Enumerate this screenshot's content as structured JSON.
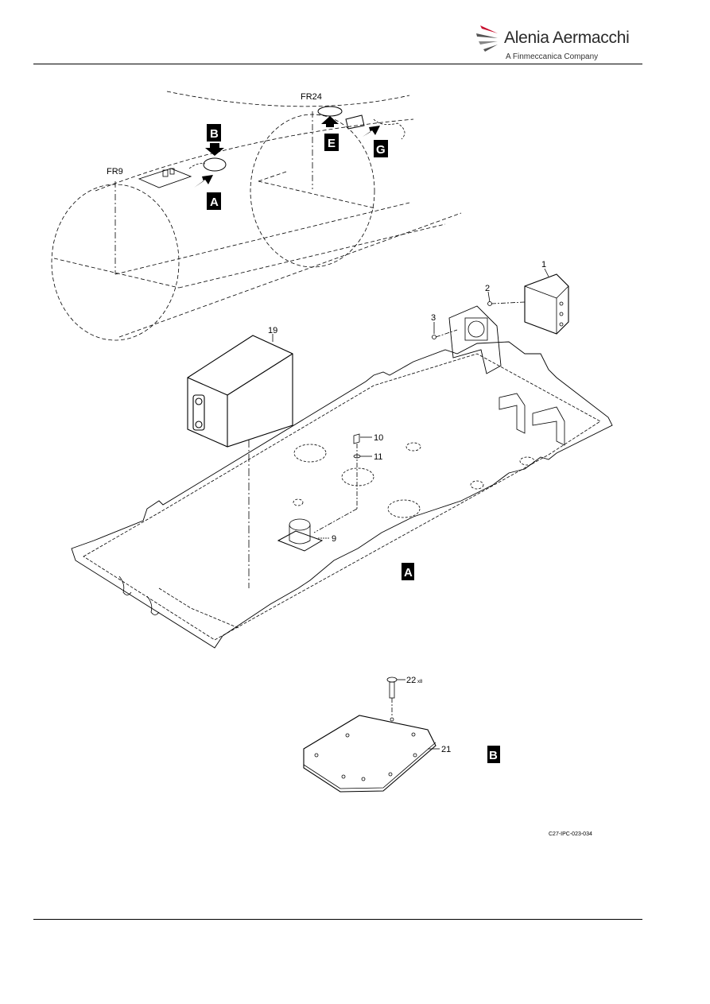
{
  "header": {
    "brand_name": "Alenia Aermacchi",
    "brand_tagline": "A Finmeccanica Company",
    "brand_accent_color": "#c8102e"
  },
  "diagram": {
    "frame_labels": [
      "FR9",
      "FR24"
    ],
    "view_callouts": [
      "B",
      "A",
      "E",
      "G"
    ],
    "detail_labels": [
      "A",
      "B"
    ],
    "item_labels": {
      "i1": "1",
      "i2": "2",
      "i3": "3",
      "i19": "19",
      "i10": "10",
      "i11": "11",
      "i9": "9",
      "i22": "22",
      "i22_qty": "x8",
      "i21": "21"
    }
  },
  "footer": {
    "figure_reference": "C27-IPC-023-034"
  }
}
